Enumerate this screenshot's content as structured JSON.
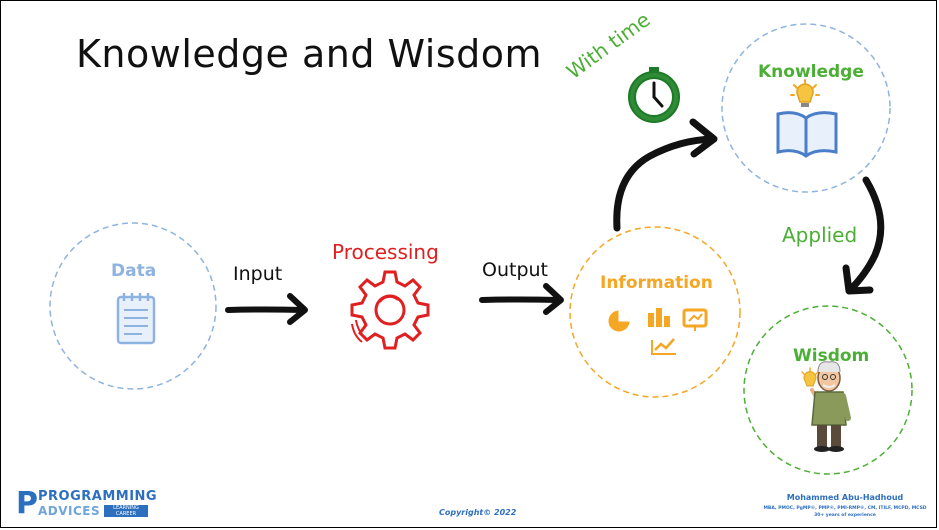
{
  "title": "Knowledge and Wisdom",
  "nodes": {
    "data": "Data",
    "processing": "Processing",
    "information": "Information",
    "knowledge": "Knowledge",
    "wisdom": "Wisdom"
  },
  "edges": {
    "input": "Input",
    "output": "Output",
    "with_time": "With time",
    "applied": "Applied"
  },
  "colors": {
    "data": "#8fb3e0",
    "processing": "#e02020",
    "information": "#f5a623",
    "knowledge": "#4caf35",
    "wisdom": "#4caf35",
    "with_time": "#4caf35",
    "applied": "#4caf35"
  },
  "icons": {
    "data": "notepad-icon",
    "processing": "gear-icon",
    "information": "charts-icon",
    "with_time": "clock-icon",
    "knowledge": "open-book-lightbulb-icon",
    "wisdom": "old-man-lightbulb-icon"
  },
  "footer": {
    "logo_line1": "PROGRAMMING",
    "logo_line2": "ADVICES",
    "logo_tag": "LEARNING CAREER",
    "copyright": "Copyright© 2022",
    "author_name": "Mohammed Abu-Hadhoud",
    "author_credentials": "MBA, PMOC, PgMP®, PMP®, PMI-RMP®, CM, ITILF, MCPD, MCSD",
    "author_experience": "30+ years of experience"
  }
}
